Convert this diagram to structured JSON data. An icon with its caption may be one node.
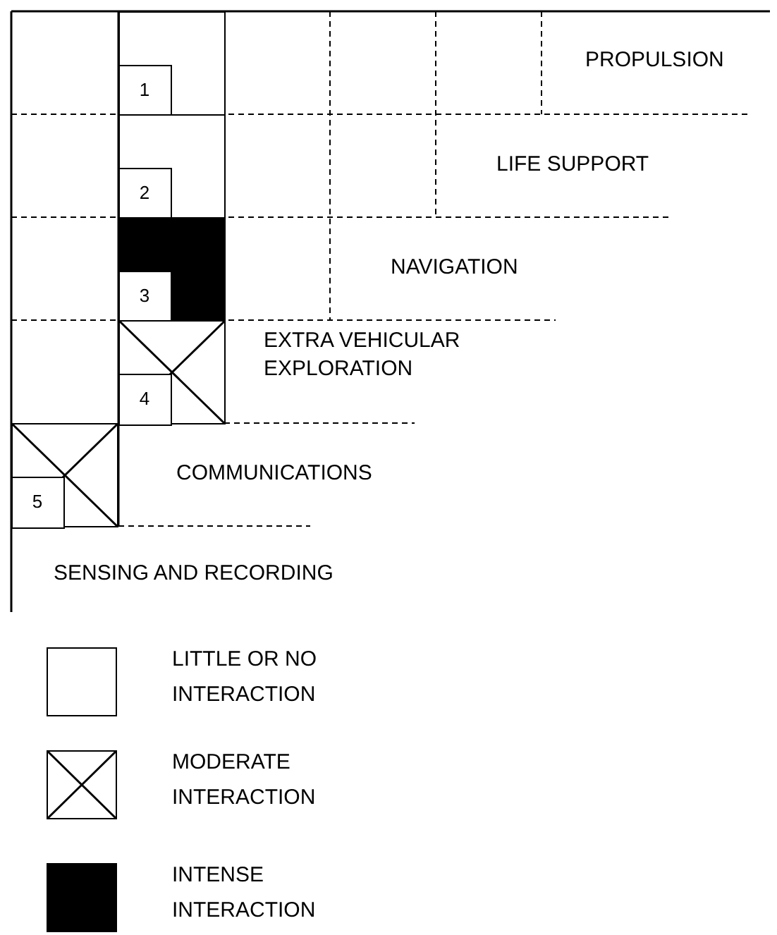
{
  "diagram": {
    "nodes": [
      {
        "text": [
          "1"
        ]
      },
      {
        "text": [
          "2"
        ]
      },
      {
        "text": [
          "3"
        ]
      },
      {
        "text": [
          "4"
        ]
      },
      {
        "text": [
          "5"
        ]
      }
    ],
    "labels": [
      "PROPULSION",
      "LIFE SUPPORT",
      "NAVIGATION",
      "EXTRA VEHICULAR EXPLORATION",
      "COMMUNICATIONS",
      "SENSING AND RECORDING"
    ],
    "legend": [
      {
        "text": "LITTLE OR NO INTERACTION"
      },
      {
        "text": "MODERATE INTERACTION"
      },
      {
        "text": "INTENSE INTERACTION",
        "color": "#000000"
      }
    ]
  }
}
